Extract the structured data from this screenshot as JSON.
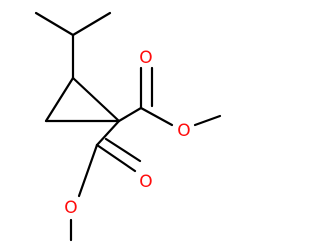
{
  "molecule": {
    "atoms": [
      {
        "id": "c_me_left",
        "element": "C"
      },
      {
        "id": "c_ipr_ch",
        "element": "C"
      },
      {
        "id": "c_me_right",
        "element": "C"
      },
      {
        "id": "c_ring_top",
        "element": "C"
      },
      {
        "id": "c_ring_left",
        "element": "C"
      },
      {
        "id": "c_quat",
        "element": "C"
      },
      {
        "id": "c_ester1",
        "element": "C"
      },
      {
        "id": "o_carbonyl1",
        "element": "O",
        "label": "O"
      },
      {
        "id": "o_ether1",
        "element": "O",
        "label": "O"
      },
      {
        "id": "c_methyl1",
        "element": "C"
      },
      {
        "id": "c_ester2",
        "element": "C"
      },
      {
        "id": "o_carbonyl2",
        "element": "O",
        "label": "O"
      },
      {
        "id": "o_ether2",
        "element": "O",
        "label": "O"
      },
      {
        "id": "c_methyl2",
        "element": "C"
      }
    ],
    "bonds": [
      {
        "from": "c_me_left",
        "to": "c_ipr_ch",
        "order": 1
      },
      {
        "from": "c_ipr_ch",
        "to": "c_me_right",
        "order": 1
      },
      {
        "from": "c_ipr_ch",
        "to": "c_ring_top",
        "order": 1
      },
      {
        "from": "c_ring_top",
        "to": "c_ring_left",
        "order": 1
      },
      {
        "from": "c_ring_left",
        "to": "c_quat",
        "order": 1
      },
      {
        "from": "c_quat",
        "to": "c_ring_top",
        "order": 1
      },
      {
        "from": "c_quat",
        "to": "c_ester1",
        "order": 1
      },
      {
        "from": "c_ester1",
        "to": "o_carbonyl1",
        "order": 2
      },
      {
        "from": "c_ester1",
        "to": "o_ether1",
        "order": 1
      },
      {
        "from": "o_ether1",
        "to": "c_methyl1",
        "order": 1
      },
      {
        "from": "c_quat",
        "to": "c_ester2",
        "order": 1
      },
      {
        "from": "c_ester2",
        "to": "o_carbonyl2",
        "order": 2
      },
      {
        "from": "c_ester2",
        "to": "o_ether2",
        "order": 1
      },
      {
        "from": "o_ether2",
        "to": "c_methyl2",
        "order": 1
      }
    ],
    "colors": {
      "bond": "#000000",
      "oxygen": "#ff0d0d"
    }
  }
}
